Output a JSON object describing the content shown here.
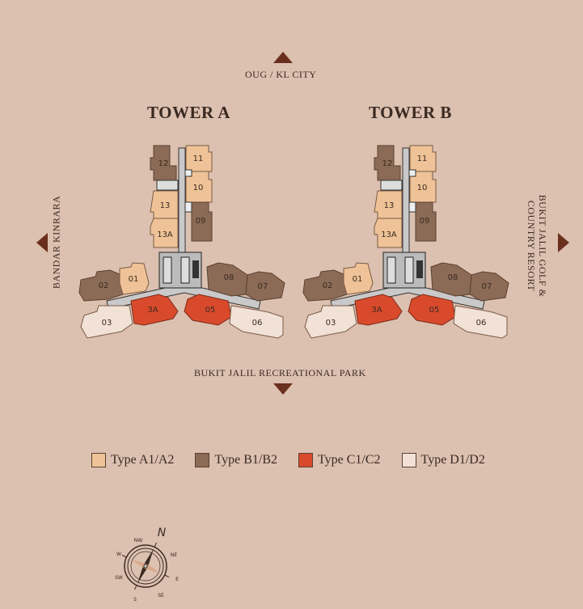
{
  "directions": {
    "north": "OUG / KL CITY",
    "south": "BUKIT JALIL RECREATIONAL PARK",
    "west": "BANDAR KINRARA",
    "east_line1": "BUKIT JALIL GOLF &",
    "east_line2": "COUNTRY RESORT"
  },
  "towers": [
    {
      "title": "TOWER A"
    },
    {
      "title": "TOWER B"
    }
  ],
  "units": {
    "u12": "12",
    "u11": "11",
    "u10": "10",
    "u09": "09",
    "u13": "13",
    "u13a": "13A",
    "u01": "01",
    "u02": "02",
    "u03": "03",
    "u3a": "3A",
    "u05": "05",
    "u06": "06",
    "u07": "07",
    "u08": "08"
  },
  "legend": [
    {
      "label": "Type A1/A2",
      "color": "#efc397"
    },
    {
      "label": "Type B1/B2",
      "color": "#8b6b56"
    },
    {
      "label": "Type C1/C2",
      "color": "#d94a2c"
    },
    {
      "label": "Type D1/D2",
      "color": "#f1e1d6"
    }
  ],
  "compass": {
    "n": "N",
    "ne": "NE",
    "e": "E",
    "se": "SE",
    "s": "S",
    "sw": "SW",
    "w": "W",
    "nw": "NW"
  }
}
